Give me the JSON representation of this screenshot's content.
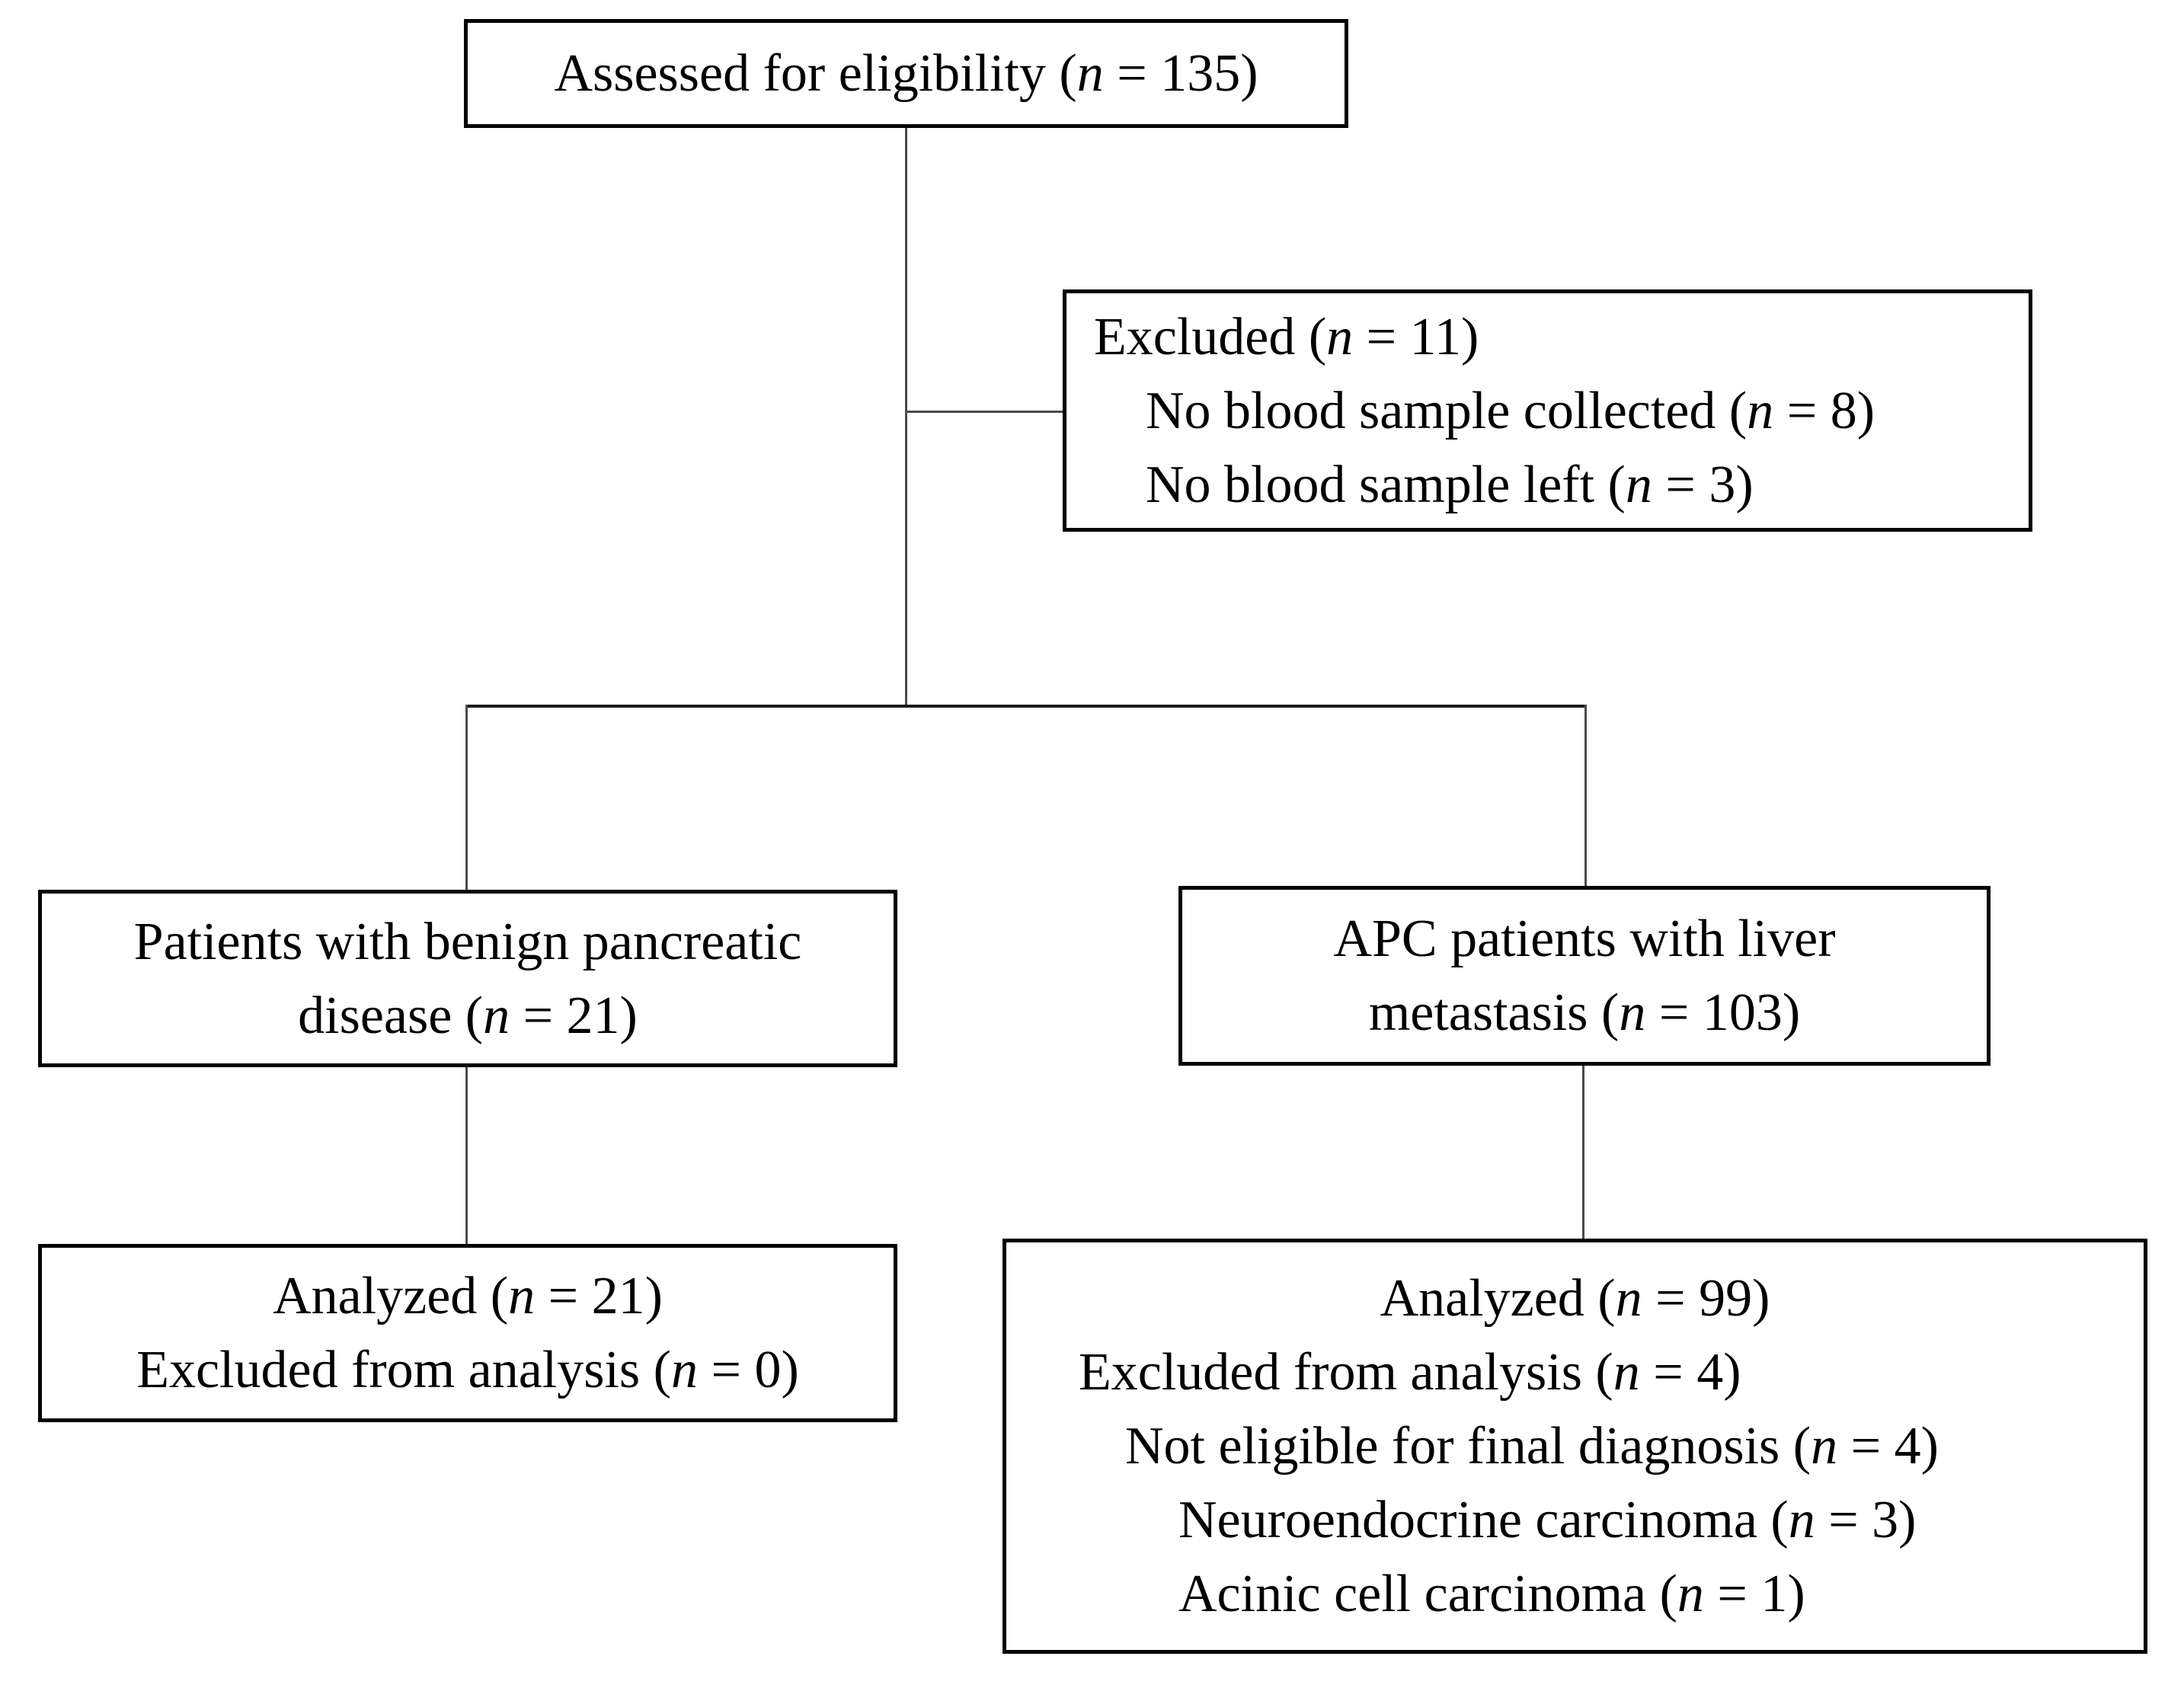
{
  "nodes": {
    "assessed": {
      "lines": [
        {
          "pre": "Assessed for eligibility (",
          "it": "n",
          "post": " = 135)"
        }
      ]
    },
    "excluded": {
      "lines": [
        {
          "pre": "Excluded (",
          "it": "n",
          "post": " = 11)"
        },
        {
          "pre": "No blood sample collected (",
          "it": "n",
          "post": " = 8)"
        },
        {
          "pre": "No blood sample left (",
          "it": "n",
          "post": " = 3)"
        }
      ]
    },
    "benign": {
      "lines": [
        {
          "pre": "Patients with benign pancreatic",
          "it": "",
          "post": ""
        },
        {
          "pre": "disease (",
          "it": "n",
          "post": " = 21)"
        }
      ]
    },
    "apc": {
      "lines": [
        {
          "pre": "APC patients with liver",
          "it": "",
          "post": ""
        },
        {
          "pre": "metastasis (",
          "it": "n",
          "post": " = 103)"
        }
      ]
    },
    "analyzed_left": {
      "lines": [
        {
          "pre": "Analyzed (",
          "it": "n",
          "post": " = 21)"
        },
        {
          "pre": "Excluded from analysis (",
          "it": "n",
          "post": " = 0)"
        }
      ]
    },
    "analyzed_right": {
      "lines": [
        {
          "pre": "Analyzed (",
          "it": "n",
          "post": " = 99)"
        },
        {
          "pre": "Excluded from analysis (",
          "it": "n",
          "post": " = 4)"
        },
        {
          "pre": "Not eligible for final diagnosis (",
          "it": "n",
          "post": " = 4)"
        },
        {
          "pre": "Neuroendocrine carcinoma (",
          "it": "n",
          "post": " = 3)"
        },
        {
          "pre": "Acinic cell carcinoma (",
          "it": "n",
          "post": " = 1)"
        }
      ]
    }
  },
  "style": {
    "border_color": "#000000",
    "connector_color": "#4a4a4a",
    "background": "#ffffff",
    "text_color": "#000000"
  }
}
